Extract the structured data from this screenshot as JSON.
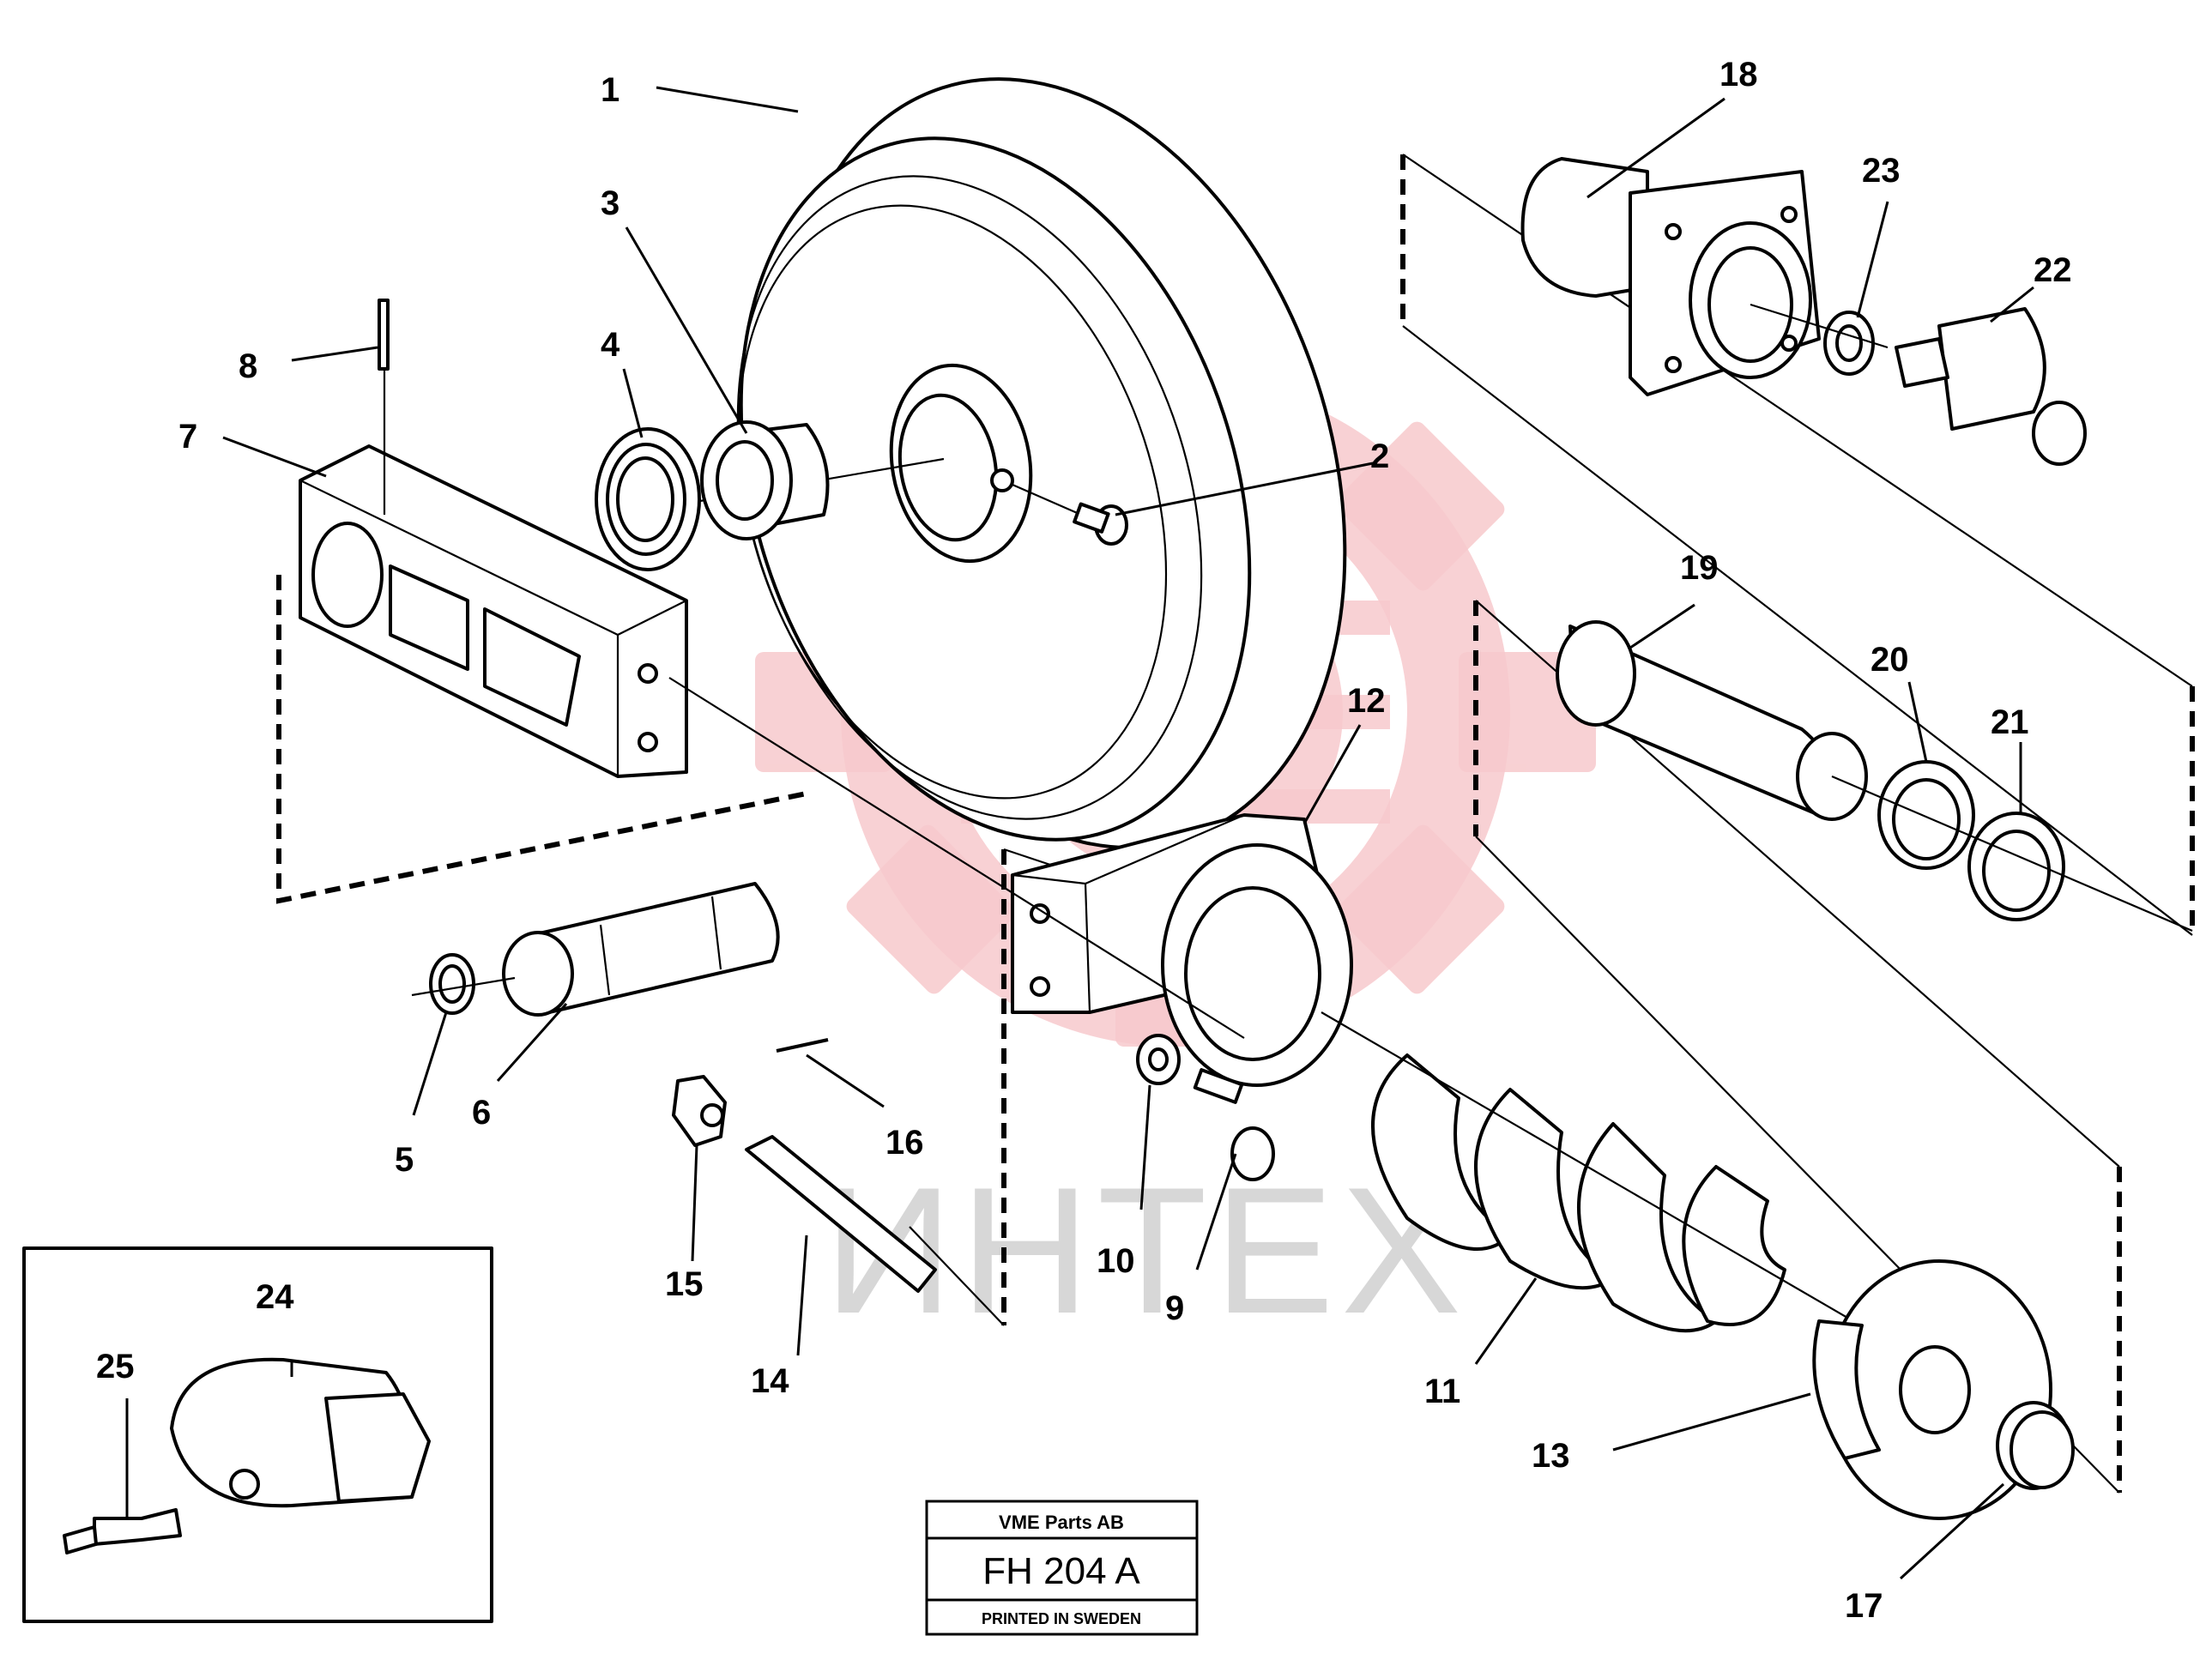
{
  "callouts": {
    "c1": "1",
    "c2": "2",
    "c3": "3",
    "c4": "4",
    "c5": "5",
    "c6": "6",
    "c7": "7",
    "c8": "8",
    "c9": "9",
    "c10": "10",
    "c11": "11",
    "c12": "12",
    "c13": "13",
    "c14": "14",
    "c15": "15",
    "c16": "16",
    "c17": "17",
    "c18": "18",
    "c19": "19",
    "c20": "20",
    "c21": "21",
    "c22": "22",
    "c23": "23",
    "c24": "24",
    "c25": "25"
  },
  "title_block": {
    "company": "VME Parts AB",
    "drawing_number": "FH 204 A",
    "printed": "PRINTED IN SWEDEN"
  },
  "watermark": {
    "text": "ИНТЕХ",
    "color": "#f7c9cc"
  }
}
